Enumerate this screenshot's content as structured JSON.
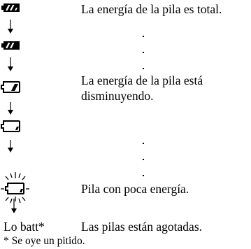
{
  "levels": [
    {
      "icon": "battery-full-icon",
      "label": "La energía de la pila es total."
    },
    {
      "icon": "battery-high-icon"
    },
    {
      "icon": "battery-half-icon",
      "label_line1": "La energía de la pila está",
      "label_line2": "disminuyendo."
    },
    {
      "icon": "battery-low-icon"
    },
    {
      "icon": "battery-empty-flashing-icon",
      "label": "Pila con poca energía."
    },
    {
      "code": "Lo batt*",
      "label": "Las pilas están agotadas."
    }
  ],
  "footnote": "* Se oye un pitido."
}
